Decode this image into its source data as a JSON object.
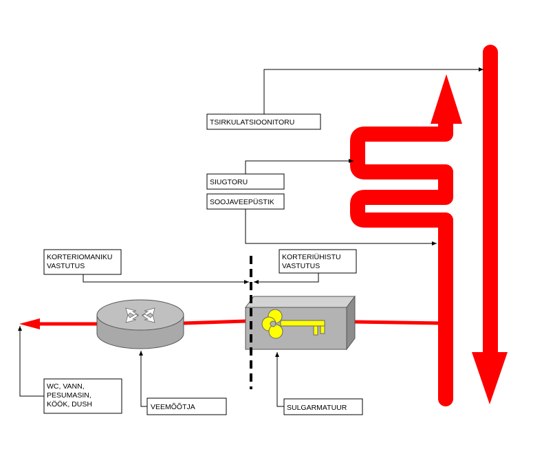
{
  "labels": {
    "tsirkulatsioonitoru": "TSIRKULATSIOONITORU",
    "siugtoru": "SIUGTORU",
    "soojaveepystik": "SOOJAVEEPÜSTIK",
    "korteriomaniku_line1": "KORTERIOMANIKU",
    "korteriomaniku_line2": "VASTUTUS",
    "korteriuhistu_line1": "KORTERIÜHISTU",
    "korteriuhistu_line2": "VASTUTUS",
    "consumers_line1": "WC, VANN,",
    "consumers_line2": "PESUMASIN,",
    "consumers_line3": "KÖÖK, DUSH",
    "veemootja": "VEEMÕÕTJA",
    "sulgarmatuur": "SULGARMATUUR"
  },
  "colors": {
    "pipe": "#ff0000",
    "device_gray": "#b5b5b5",
    "key_yellow": "#ffff00",
    "line": "#000000"
  },
  "icons": {
    "water_meter": "water-meter-icon",
    "shutoff_valve": "shutoff-valve-icon",
    "key": "key-icon"
  }
}
